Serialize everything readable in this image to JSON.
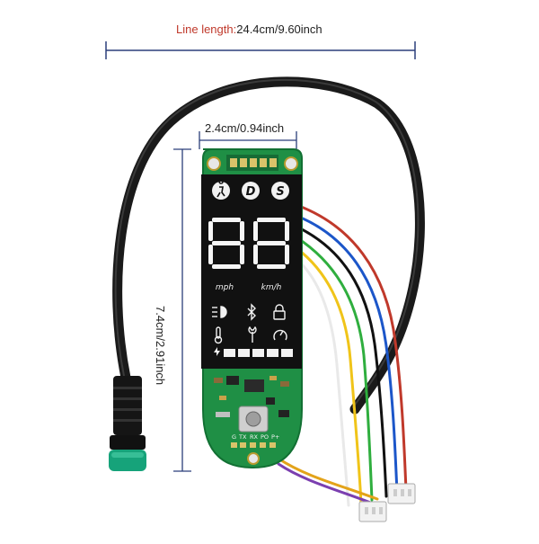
{
  "dimensions": {
    "line_length_key": "Line length:",
    "line_length_value": "24.4cm/9.60inch",
    "width": "2.4cm/0.94inch",
    "height": "7.4cm/2.91inch"
  },
  "display": {
    "mode_icons": [
      "walk-icon",
      "D",
      "S"
    ],
    "digits": "88",
    "unit_left": "mph",
    "unit_right": "km/h",
    "status_icons": [
      "headlight-icon",
      "bluetooth-icon",
      "lock-icon",
      "thermometer-icon",
      "wrench-icon",
      "speed-warning-icon"
    ]
  },
  "board": {
    "pins": [
      "G",
      "TX",
      "RX",
      "PO",
      "P+"
    ]
  },
  "colors": {
    "pcb": "#1f8f45",
    "display_bg": "#111111",
    "cable": "#1a1a1a",
    "connector_tip": "#16a37a"
  }
}
